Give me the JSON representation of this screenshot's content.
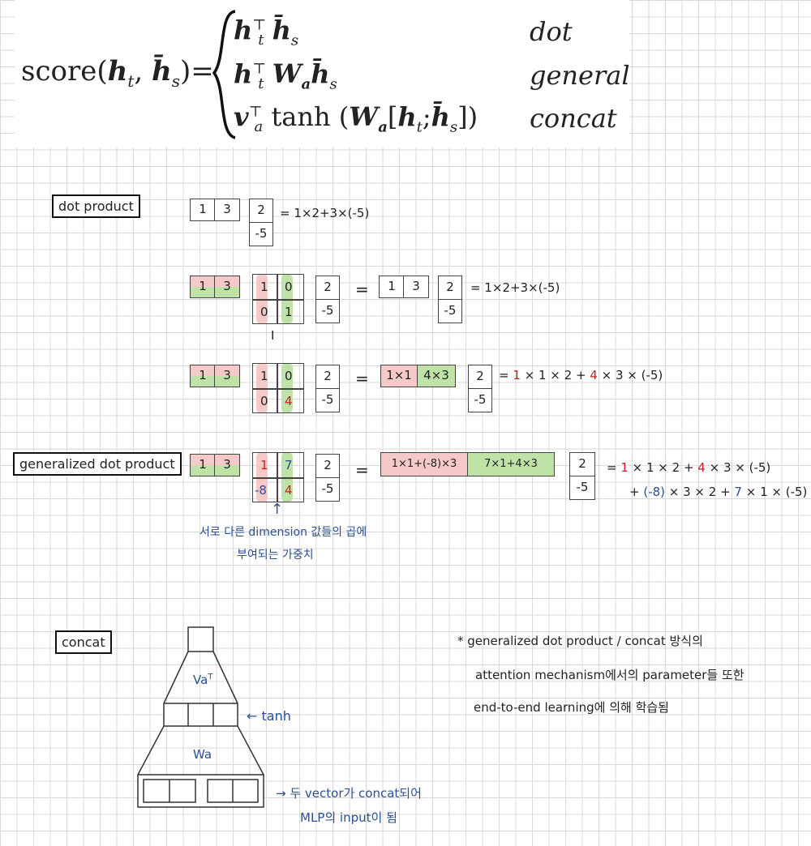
{
  "formula": {
    "lhs": "score",
    "lhs_args": "h_t, h̄_s",
    "cases": [
      {
        "expr": "h_t^T h̄_s",
        "name": "dot"
      },
      {
        "expr": "h_t^T W_a h̄_s",
        "name": "general"
      },
      {
        "expr": "v_a^T tanh(W_a[h_t; h̄_s])",
        "name": "concat"
      }
    ]
  },
  "section_dot": {
    "title": "dot product",
    "row1": {
      "a": [
        "1",
        "3"
      ],
      "b": [
        "2",
        "-5"
      ],
      "result": "= 1×2+3×(-5)"
    },
    "row2": {
      "a": [
        "1",
        "3"
      ],
      "m": [
        "1",
        "0",
        "0",
        "1"
      ],
      "b": [
        "2",
        "-5"
      ],
      "eq": "=",
      "c": [
        "1",
        "3"
      ],
      "d": [
        "2",
        "-5"
      ],
      "result": "= 1×2+3×(-5)",
      "identity": "I"
    },
    "row3": {
      "a": [
        "1",
        "3"
      ],
      "m": [
        "1",
        "0",
        "0",
        "4"
      ],
      "b": [
        "2",
        "-5"
      ],
      "eq": "=",
      "c": [
        "1×1",
        "4×3"
      ],
      "d": [
        "2",
        "-5"
      ],
      "result_prefix": "= ",
      "result_r1": "1",
      "result_mid": " × 1 × 2 + ",
      "result_r2": "4",
      "result_end": " × 3 × (-5)"
    }
  },
  "section_general": {
    "title": "generalized dot product",
    "a": [
      "1",
      "3"
    ],
    "m": [
      "1",
      "7",
      "-8",
      "4"
    ],
    "b": [
      "2",
      "-5"
    ],
    "eq": "=",
    "c": [
      "1×1+(-8)×3",
      "7×1+4×3"
    ],
    "d": [
      "2",
      "-5"
    ],
    "line1_prefix": "= ",
    "line1_r1": "1",
    "line1_mid": " × 1 × 2 + ",
    "line1_r2": "4",
    "line1_end": " × 3 × (-5)",
    "line2_prefix": "+ ",
    "line2_b1": "(-8)",
    "line2_mid": " × 3 × 2 + ",
    "line2_b2": "7",
    "line2_end": " × 1 × (-5)",
    "arrow": "↑",
    "note_line1": "서로 다른 dimension 값들의 곱에",
    "note_line2": "부여되는 가중치"
  },
  "section_concat": {
    "title": "concat",
    "va_label": "Va",
    "va_sup": "T",
    "wa_label": "Wa",
    "tanh_label": "← tanh",
    "arrow_note1": "→ 두 vector가 concat되어",
    "arrow_note2": "MLP의 input이 됨"
  },
  "side_note": {
    "line1": "* generalized dot product / concat 방식의",
    "line2": "attention mechanism에서의 parameter들 또한",
    "line3": "end-to-end learning에 의해 학습됨"
  },
  "colors": {
    "red": "#cc1e1e",
    "blue": "#2c4f8f",
    "pink": "#f6c9c9",
    "green": "#bfe2a6"
  }
}
